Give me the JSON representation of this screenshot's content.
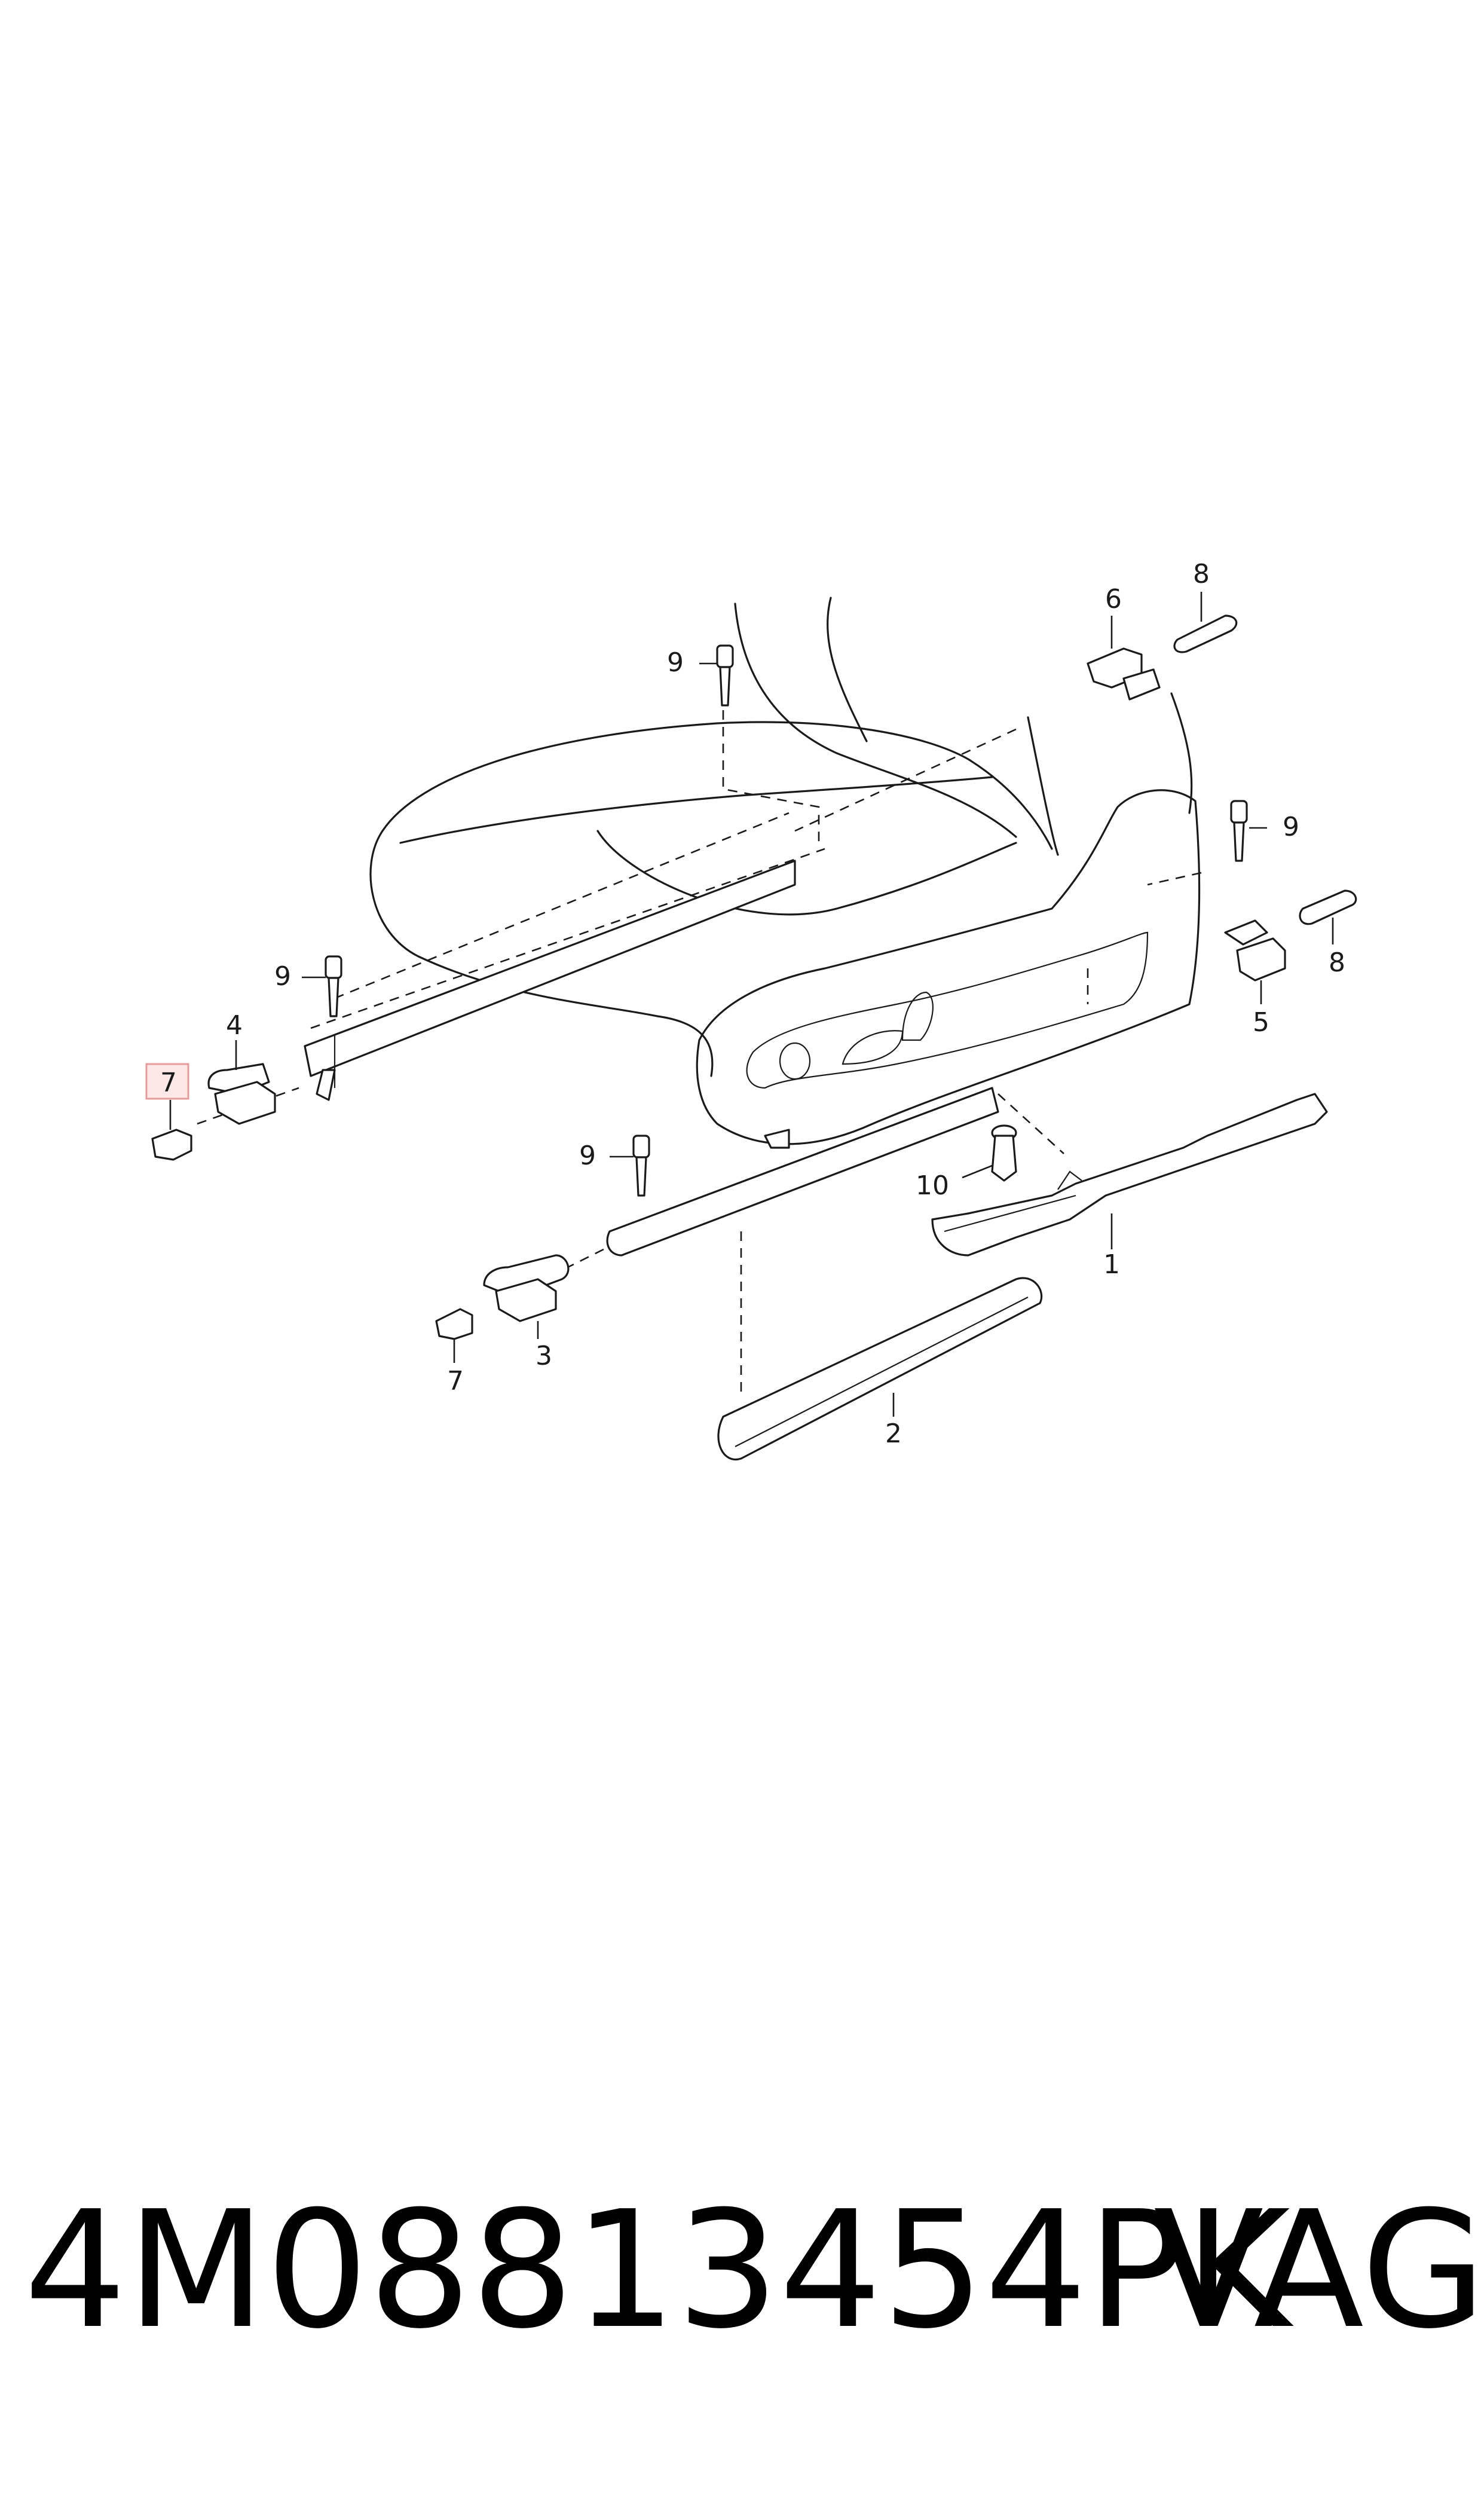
{
  "callouts": {
    "c1": "1",
    "c2": "2",
    "c3": "3",
    "c4": "4",
    "c5": "5",
    "c6": "6",
    "c7_highlighted": "7",
    "c7_lower": "7",
    "c8_top": "8",
    "c8_right": "8",
    "c9_top": "9",
    "c9_right": "9",
    "c9_left": "9",
    "c9_mid": "9",
    "c10": "10"
  },
  "highlighted_part": "7",
  "highlight_color": "#fde8e8",
  "footer": {
    "part_number": "4M08813454PK",
    "brand": "VAG"
  }
}
